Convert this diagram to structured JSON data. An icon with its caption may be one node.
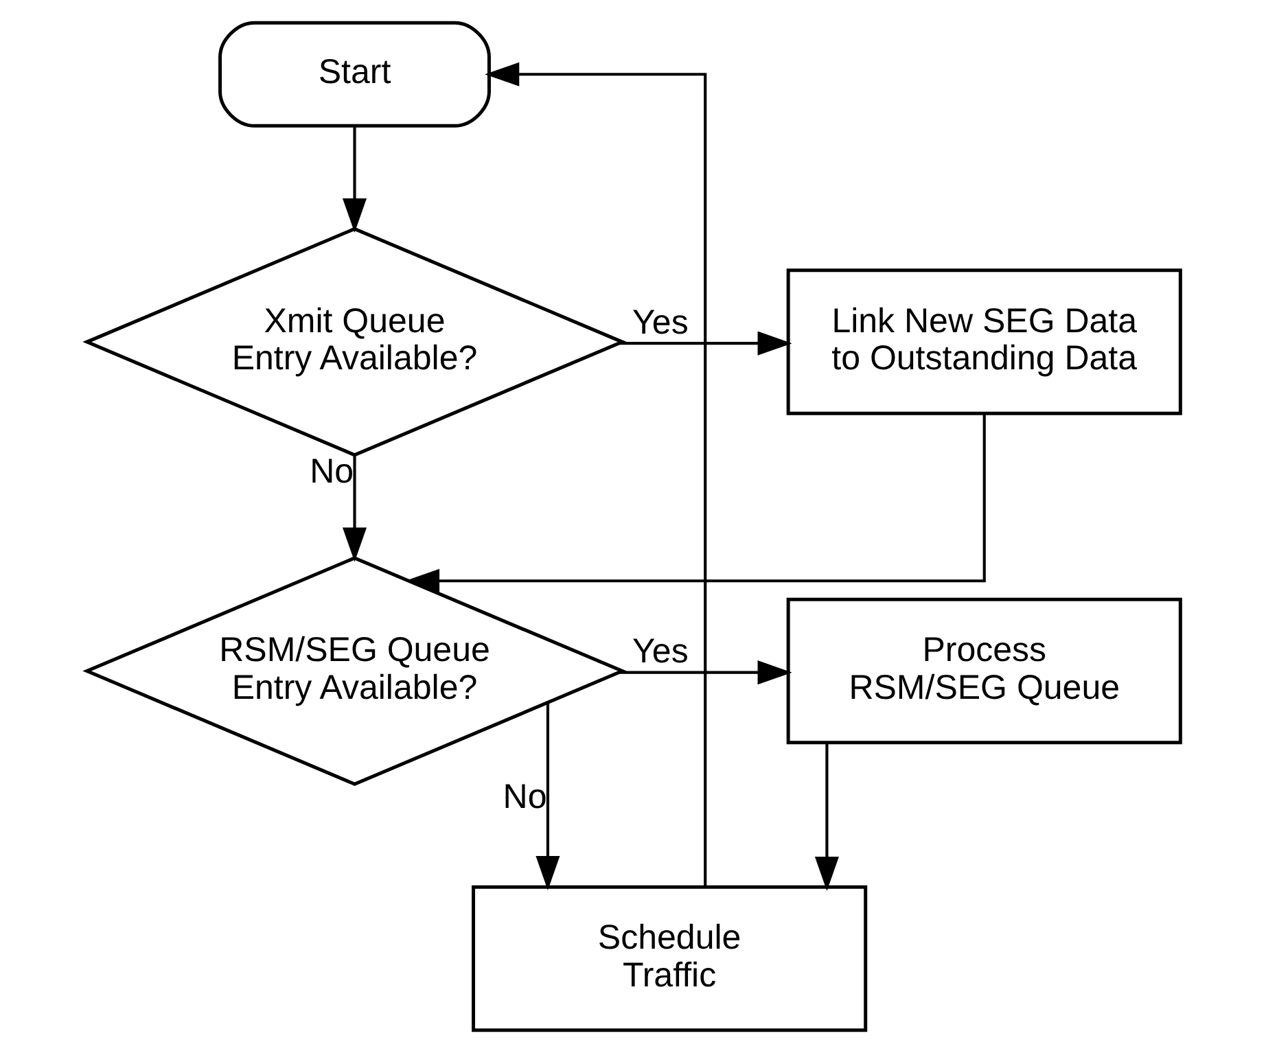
{
  "diagram": {
    "nodes": [
      {
        "text": [
          "Start"
        ]
      },
      {
        "text": [
          "Xmit Queue Entry Available?"
        ]
      },
      {
        "text": [
          "Link New SEG Data to Outstanding Data"
        ]
      },
      {
        "text": [
          "RSM/SEG Queue Entry Available?"
        ]
      },
      {
        "text": [
          "Process RSM/SEG Queue"
        ]
      },
      {
        "text": [
          "Schedule Traffic"
        ]
      }
    ],
    "edges": [
      {
        "from": 0,
        "to": 1,
        "arrow": "to"
      },
      {
        "from": 1,
        "to": 2,
        "arrow": "to",
        "label": "Yes"
      },
      {
        "from": 1,
        "to": 3,
        "arrow": "to",
        "label": "No"
      },
      {
        "from": 2,
        "to": 3,
        "arrow": "to"
      },
      {
        "from": 3,
        "to": 4,
        "arrow": "to",
        "label": "Yes"
      },
      {
        "from": 3,
        "to": 5,
        "arrow": "to",
        "label": "No"
      },
      {
        "from": 4,
        "to": 5,
        "arrow": "to"
      },
      {
        "from": 5,
        "to": 0,
        "arrow": "to"
      }
    ]
  }
}
